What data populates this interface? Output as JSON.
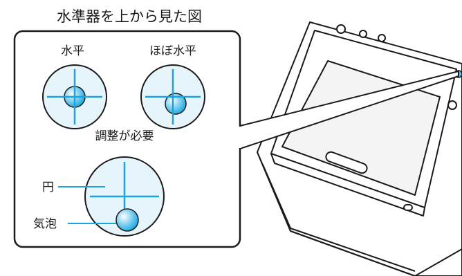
{
  "title": "水準器を上から見た図",
  "levels": {
    "level": "水平",
    "nearly_level": "ほぼ水平",
    "needs_adjustment": "調整が必要"
  },
  "callouts": {
    "circle": "円",
    "bubble": "気泡"
  },
  "colors": {
    "circle_fill": "#e6f4fb",
    "crosshair": "#1aa6dd",
    "bubble": "#5bc0ea",
    "outline": "#1a1a1a",
    "machine_body": "#ffffff"
  },
  "icons": [
    "spirit-level-icon",
    "washing-machine-illustration"
  ]
}
